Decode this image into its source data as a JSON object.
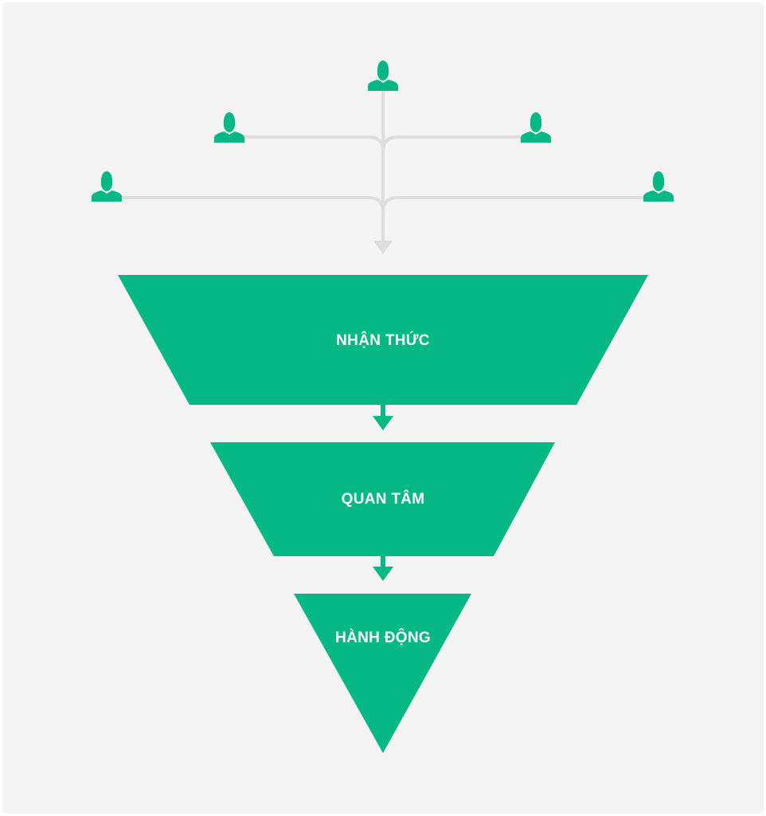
{
  "colors": {
    "background": "#f4f4f4",
    "accent": "#06b884",
    "connector": "#dedede",
    "label": "#ffffff"
  },
  "people_icon": "person-icon",
  "stages": [
    {
      "label": "NHẬN THỨC"
    },
    {
      "label": "QUAN TÂM"
    },
    {
      "label": "HÀNH ĐỘNG"
    }
  ]
}
